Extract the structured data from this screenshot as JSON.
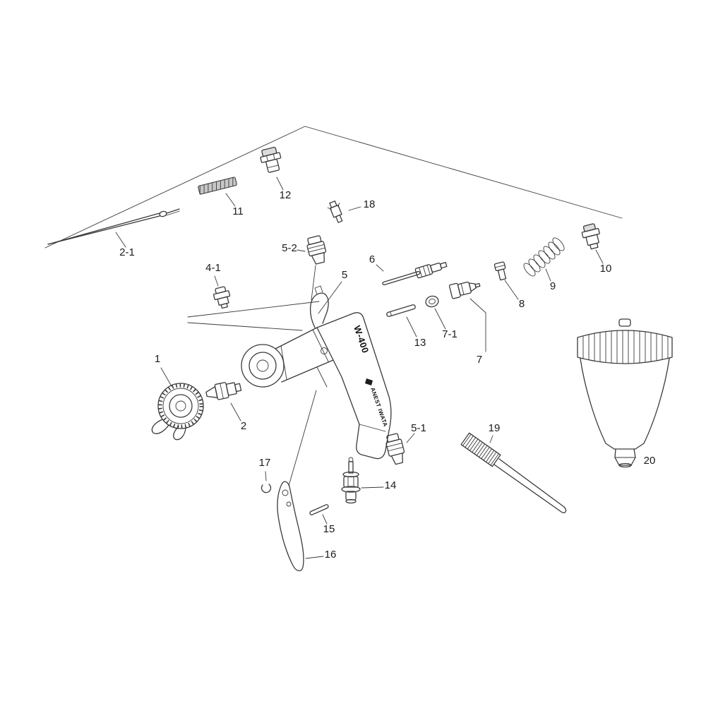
{
  "diagram": {
    "product": {
      "model": "W-400",
      "brand": "ANEST IWATA"
    },
    "colors": {
      "ink": "#3a3a3a",
      "background": "#ffffff"
    },
    "labels": {
      "p1": "1",
      "p2": "2",
      "p2_1": "2-1",
      "p4_1": "4-1",
      "p5": "5",
      "p5_1": "5-1",
      "p5_2": "5-2",
      "p6": "6",
      "p7": "7",
      "p7_1": "7-1",
      "p8": "8",
      "p9": "9",
      "p10": "10",
      "p11": "11",
      "p12": "12",
      "p13": "13",
      "p14": "14",
      "p15": "15",
      "p16": "16",
      "p17": "17",
      "p18": "18",
      "p19": "19",
      "p20": "20"
    }
  }
}
